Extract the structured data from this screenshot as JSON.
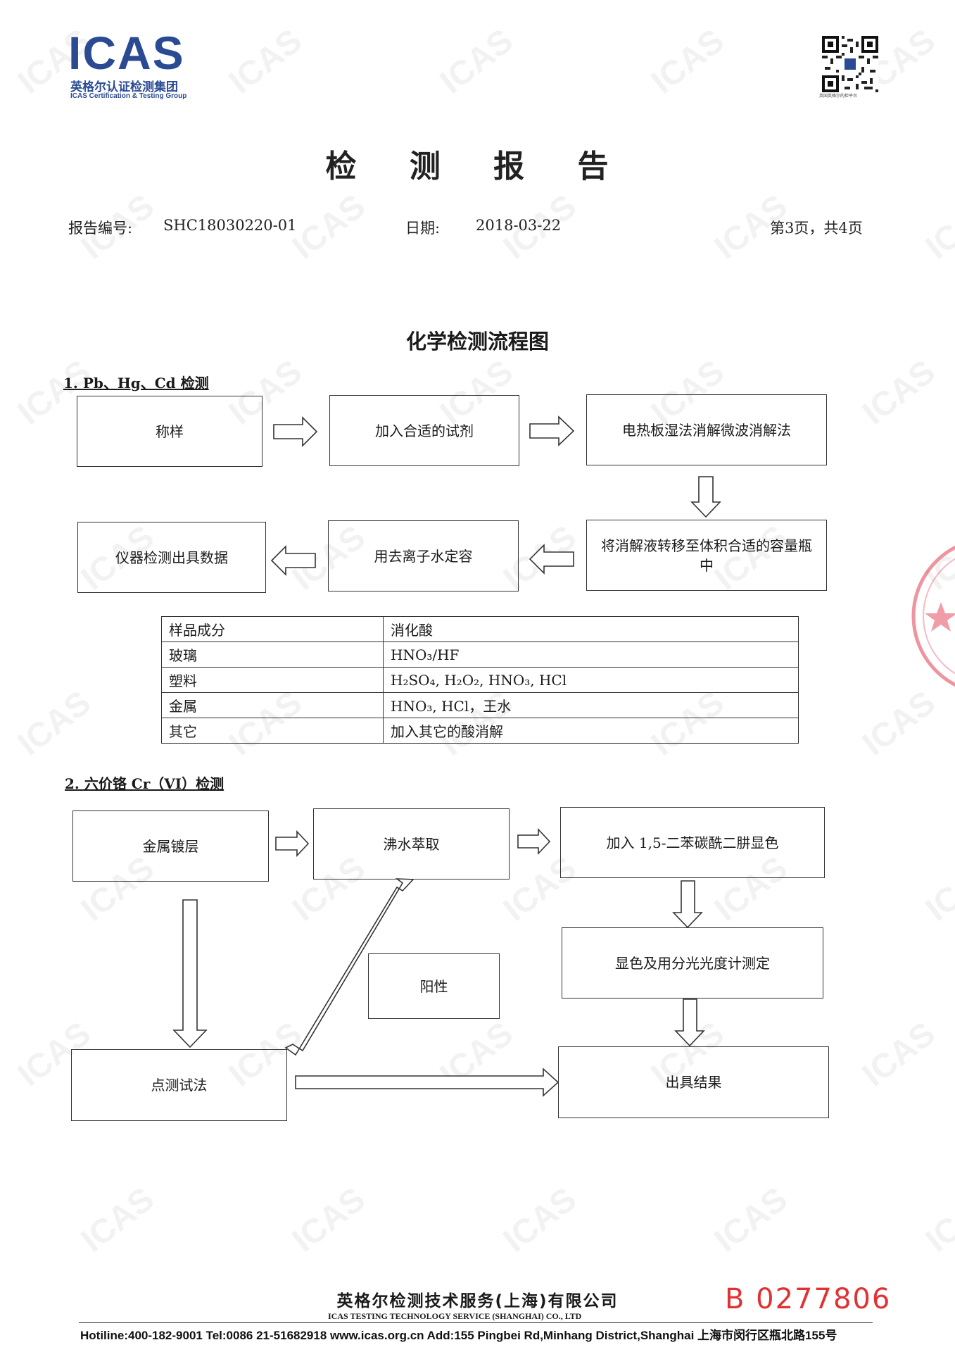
{
  "header": {
    "logo_text": "ICAS",
    "logo_cn": "英格尔认证检测集团",
    "logo_en": "ICAS Certification & Testing Group",
    "qr_caption": "英国英格尔的检平台"
  },
  "title": "检 测 报 告",
  "meta": {
    "report_no_label": "报告编号:",
    "report_no": "SHC18030220-01",
    "date_label": "日期:",
    "date": "2018-03-22",
    "page": "第3页，共4页"
  },
  "subtitle": "化学检测流程图",
  "section1": {
    "heading": "1. Pb、Hg、Cd 检测",
    "steps": {
      "weigh": "称样",
      "add_reagent": "加入合适的试剂",
      "digest": "电热板湿法消解微波消解法",
      "transfer": "将消解液转移至体积合适的容量瓶中",
      "dilute": "用去离子水定容",
      "instrument": "仪器检测出具数据"
    },
    "table": {
      "headers": [
        "样品成分",
        "消化酸"
      ],
      "rows": [
        [
          "玻璃",
          "HNO₃/HF"
        ],
        [
          "塑料",
          "H₂SO₄, H₂O₂, HNO₃, HCl"
        ],
        [
          "金属",
          "HNO₃,  HCl，王水"
        ],
        [
          "其它",
          "加入其它的酸消解"
        ]
      ]
    }
  },
  "section2": {
    "heading": "2. 六价铬 Cr（VI）检测",
    "steps": {
      "coating": "金属镀层",
      "boiling": "沸水萃取",
      "reagent": "加入 1,5-二苯碳酰二肼显色",
      "spectro": "显色及用分光光度计测定",
      "positive": "阳性",
      "spot_test": "点测试法",
      "result": "出具结果"
    }
  },
  "footer": {
    "company_cn": "英格尔检测技术服务(上海)有限公司",
    "company_en": "ICAS TESTING TECHNOLOGY SERVICE (SHANGHAI) CO., LTD",
    "contact": "Hotiline:400-182-9001  Tel:0086 21-51682918  www.icas.org.cn  Add:155 Pingbei Rd,Minhang District,Shanghai 上海市闵行区瓶北路155号",
    "serial": "B 0277806"
  },
  "watermark_text": "ICAS"
}
